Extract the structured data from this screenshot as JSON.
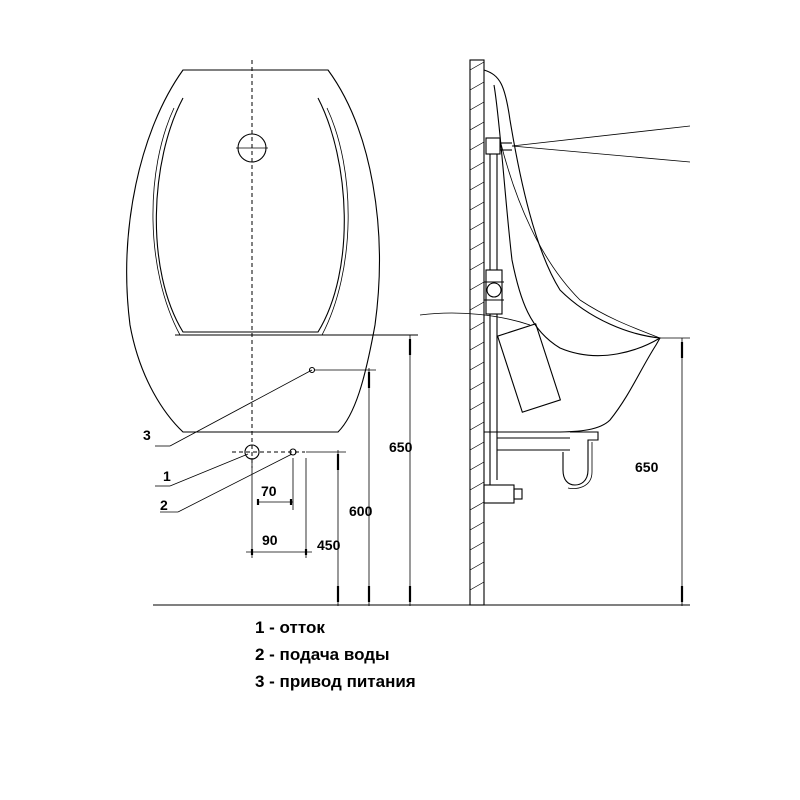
{
  "callouts": [
    "1",
    "2",
    "3"
  ],
  "front_dimensions": {
    "d70": "70",
    "d90": "90",
    "d450": "450",
    "d600": "600",
    "d650": "650"
  },
  "side_dimensions": {
    "d650": "650"
  },
  "legend": [
    "1 - отток",
    "2 - подача воды",
    "3 - привод питания"
  ]
}
